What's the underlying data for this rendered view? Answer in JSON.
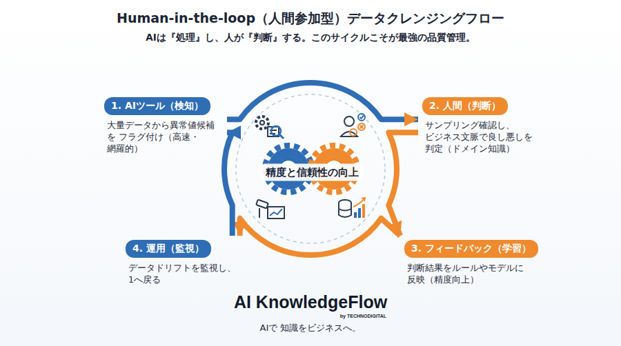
{
  "diagram": {
    "title": "Human-in-the-loop（人間参加型）データクレンジングフロー",
    "nodes": [
      {
        "text": [
          "1. AIツール（検知）",
          "大量データから異常値候補を フラグ付け（高速・網羅的）"
        ]
      },
      {
        "text": [
          "2. 人間（判断）",
          "サンプリング確認し、 ビジネス文脈で良し悪しを 判定（ドメイン知識）"
        ]
      },
      {
        "text": [
          "3. フィードバック（学習）",
          "判断結果をルールやモデルに 反映（精度向上）"
        ]
      },
      {
        "text": [
          "4. 運用（監視）",
          "データドリフトを監視し、 1へ戻る"
        ]
      }
    ],
    "edges": [
      {
        "from": 0,
        "to": 1,
        "arrow": "to"
      },
      {
        "from": 1,
        "to": 2,
        "arrow": "to"
      },
      {
        "from": 2,
        "to": 3,
        "arrow": "to"
      },
      {
        "from": 3,
        "to": 0,
        "arrow": "to"
      }
    ],
    "labels": [
      "AIは『処理』し、人が『判断』する。このサイクルこそが最強の品質管理。",
      "精度と信頼性の向上",
      "AI KnowledgeFlow",
      "by TECHNODIGITAL",
      "AIで 知識をビジネスへ。"
    ]
  }
}
